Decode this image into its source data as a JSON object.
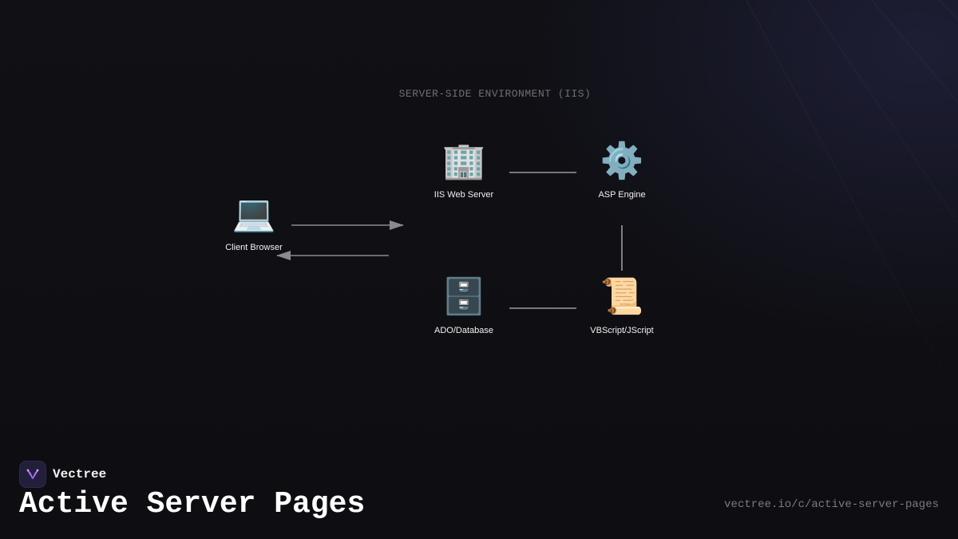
{
  "diagram": {
    "environment_label": "SERVER-SIDE ENVIRONMENT (IIS)",
    "nodes": {
      "client": {
        "label": "Client Browser",
        "icon": "laptop-icon",
        "glyph": "💻"
      },
      "iis": {
        "label": "IIS Web Server",
        "icon": "office-building-icon",
        "glyph": "🏢"
      },
      "asp": {
        "label": "ASP Engine",
        "icon": "gear-icon",
        "glyph": "⚙️"
      },
      "ado": {
        "label": "ADO/Database",
        "icon": "file-cabinet-icon",
        "glyph": "🗄️"
      },
      "vbs": {
        "label": "VBScript/JScript",
        "icon": "scroll-icon",
        "glyph": "📜"
      }
    },
    "edges": [
      {
        "from": "client",
        "to": "iis",
        "directed": true
      },
      {
        "from": "iis",
        "to": "client",
        "directed": true
      },
      {
        "from": "iis",
        "to": "asp",
        "directed": false
      },
      {
        "from": "asp",
        "to": "vbs",
        "directed": false
      },
      {
        "from": "vbs",
        "to": "ado",
        "directed": false
      }
    ]
  },
  "footer": {
    "brand_name": "Vectree",
    "brand_icon": "vectree-logo-icon",
    "title": "Active Server Pages",
    "url": "vectree.io/c/active-server-pages"
  },
  "colors": {
    "background": "#0f0f13",
    "edge": "#8a8a90",
    "label": "#f2f2f2",
    "muted": "#6e6e74",
    "brand_accent": "#b57bff"
  }
}
